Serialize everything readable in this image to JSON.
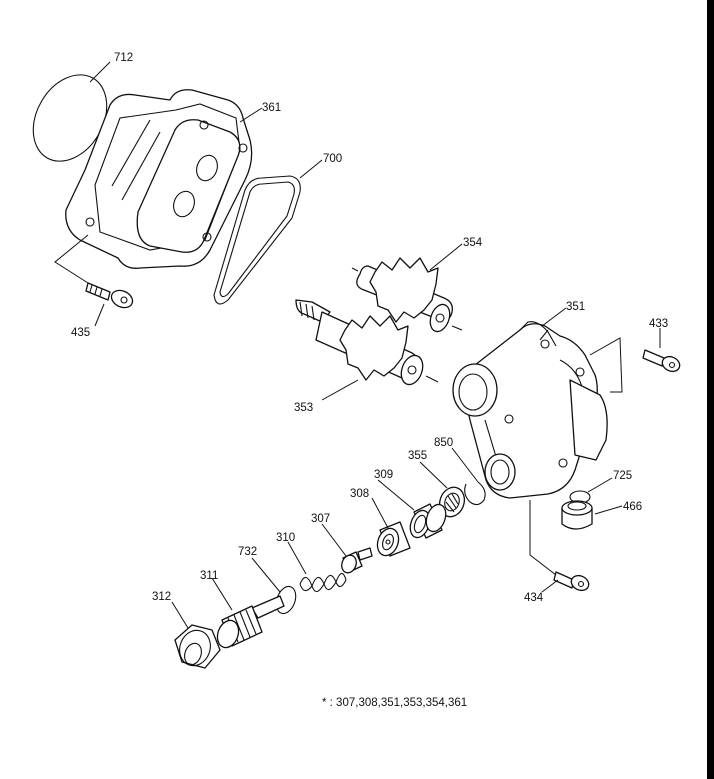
{
  "labels": {
    "p712": "712",
    "p361": "361",
    "p700": "700",
    "p354": "354",
    "p435": "435",
    "p351": "351",
    "p433": "433",
    "p353": "353",
    "p850": "850",
    "p355": "355",
    "p309": "309",
    "p725": "725",
    "p308": "308",
    "p466": "466",
    "p307": "307",
    "p310": "310",
    "p732": "732",
    "p311": "311",
    "p312": "312",
    "p434": "434"
  },
  "footnote": "* : 307,308,351,353,354,361"
}
